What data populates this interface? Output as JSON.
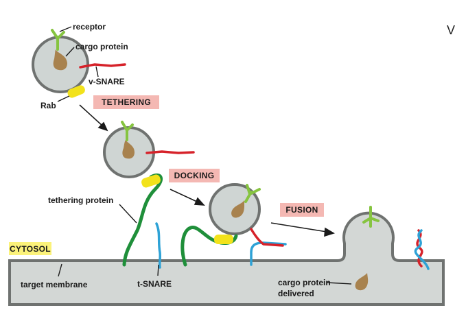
{
  "labels": {
    "receptor": "receptor",
    "cargo_protein": "cargo protein",
    "v_snare": "v-SNARE",
    "rab": "Rab",
    "tethering_protein": "tethering protein",
    "cytosol": "CYTOSOL",
    "target_membrane": "target membrane",
    "t_snare": "t-SNARE",
    "cargo_delivered_line1": "cargo protein",
    "cargo_delivered_line2": "delivered",
    "edge_glyph": "V"
  },
  "stages": {
    "tethering": "TETHERING",
    "docking": "DOCKING",
    "fusion": "FUSION"
  },
  "colors": {
    "vesicle_fill": "#cfd5d3",
    "vesicle_stroke": "#6f7270",
    "membrane_fill": "#d3d7d5",
    "cargo": "#a8824e",
    "receptor": "#86c440",
    "v_snare": "#d6222a",
    "t_snare": "#2ea2d6",
    "rab": "#f2e21b",
    "tether": "#1f8f3a",
    "stage_box": "#f4b8b3",
    "cytosol_box": "#fbf27a"
  }
}
